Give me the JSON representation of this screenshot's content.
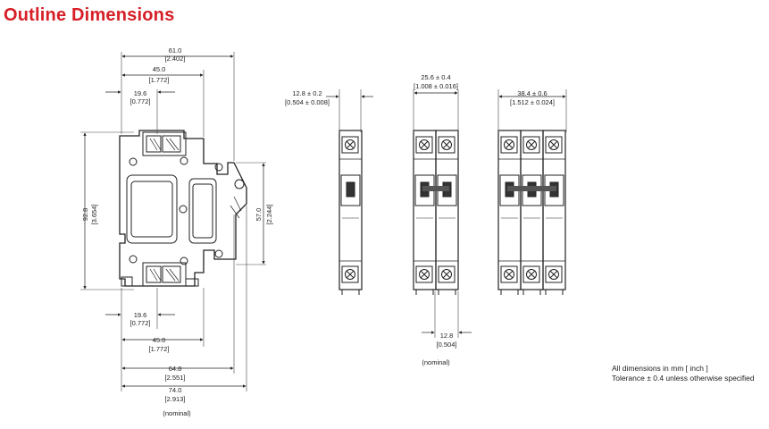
{
  "title": "Outline Dimensions",
  "side_view": {
    "overall_width": "61.0",
    "overall_width_in": "[2.402]",
    "upper_width": "45.0",
    "upper_width_in": "[1.772]",
    "upper_terminal": "19.6",
    "upper_terminal_in": "[0.772]",
    "height": "92.8",
    "height_in": "[3.654]",
    "mount_height": "57.0",
    "mount_height_in": "[2.244]",
    "lower_terminal": "19.6",
    "lower_terminal_in": "[0.772]",
    "lower_width": "45.0",
    "lower_width_in": "[1.772]",
    "depth": "64.8",
    "depth_in": "[2.551]",
    "total_depth": "74.0",
    "total_depth_in": "[2.913]",
    "nominal": "(nominal)"
  },
  "front_views": {
    "single_width": "12.8 ± 0.2",
    "single_width_in": "[0.504 ± 0.008]",
    "double_width": "25.6 ± 0.4",
    "double_width_in": "[1.008 ± 0.016]",
    "triple_width": "38.4 ± 0.6",
    "triple_width_in": "[1.512 ± 0.024]",
    "pole_pitch": "12.8",
    "pole_pitch_in": "[0.504]",
    "nominal": "(nominal)"
  },
  "notes": {
    "units": "All dimensions in mm [ inch ]",
    "tolerance": "Tolerance ± 0.4 unless otherwise specified"
  }
}
